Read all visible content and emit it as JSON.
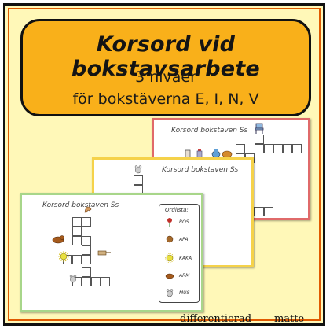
{
  "banner": {
    "title": "Korsord vid bokstavsarbete",
    "subtitle_line1": "3 nivåer",
    "subtitle_line2": "för bokstäverna E, I, N, V"
  },
  "cards": [
    {
      "title": "Korsord bokstaven Ss",
      "border_color": "#e06a6a"
    },
    {
      "title": "Korsord bokstaven Ss",
      "border_color": "#f5d24a"
    },
    {
      "title": "Korsord bokstaven Ss",
      "border_color": "#a8d68a"
    }
  ],
  "wordlist": {
    "heading": "Ordlista:",
    "items": [
      {
        "word": "ROS",
        "icon": "rose-icon"
      },
      {
        "word": "APA",
        "icon": "monkey-icon"
      },
      {
        "word": "KAKA",
        "icon": "cake-icon"
      },
      {
        "word": "ARM",
        "icon": "arm-icon"
      },
      {
        "word": "MUS",
        "icon": "mouse-icon"
      }
    ]
  },
  "footer": {
    "word1": "differentierad",
    "word2": "matte"
  },
  "colors": {
    "background": "#fff8b8",
    "banner": "#f9b01a",
    "frame_accent": "#e05a00"
  }
}
